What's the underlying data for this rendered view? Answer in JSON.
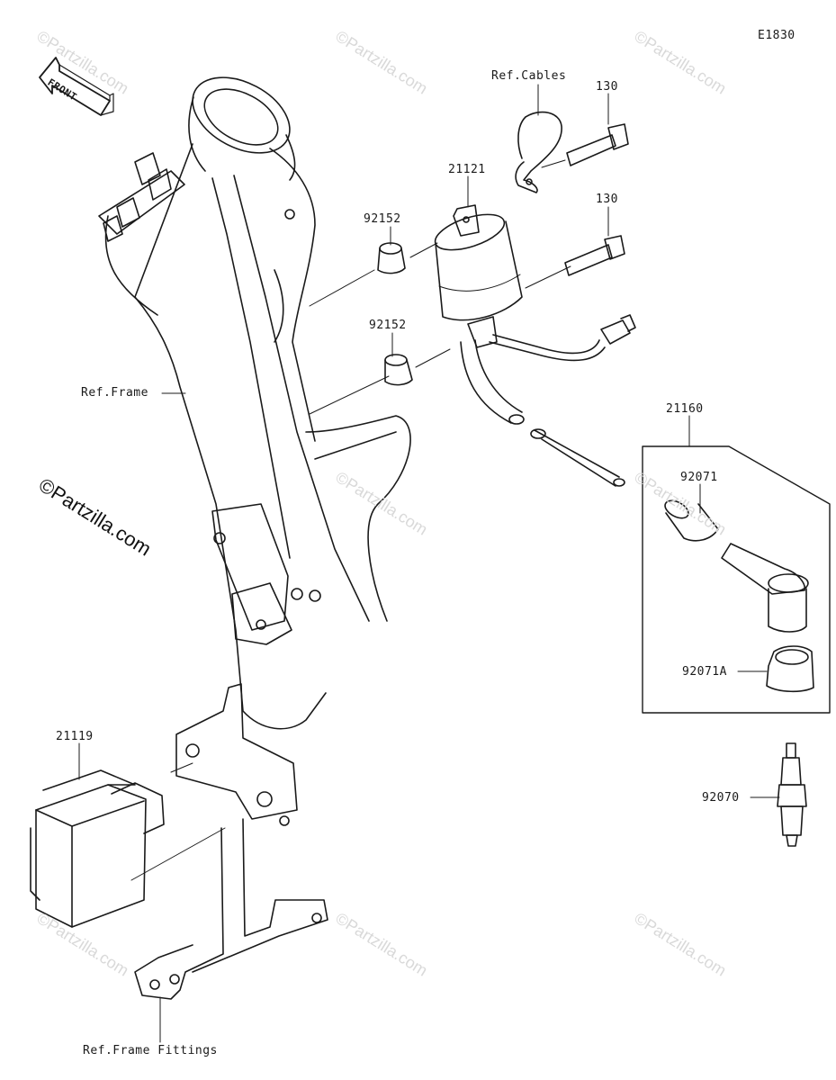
{
  "diagram_code": "E1830",
  "front_label": "FRONT",
  "copyright": "©Partzilla.com",
  "watermark": "©Partzilla.com",
  "labels": {
    "ref_cables": "Ref.Cables",
    "ref_frame": "Ref.Frame",
    "ref_frame_fittings": "Ref.Frame Fittings",
    "bolt_top": "130",
    "bolt_lower": "130",
    "coil": "21121",
    "collar_top": "92152",
    "collar_lower": "92152",
    "cap_assy": "21160",
    "cap_seal": "92071",
    "cap_seal_a": "92071A",
    "spark_plug": "92070",
    "igniter": "21119"
  }
}
